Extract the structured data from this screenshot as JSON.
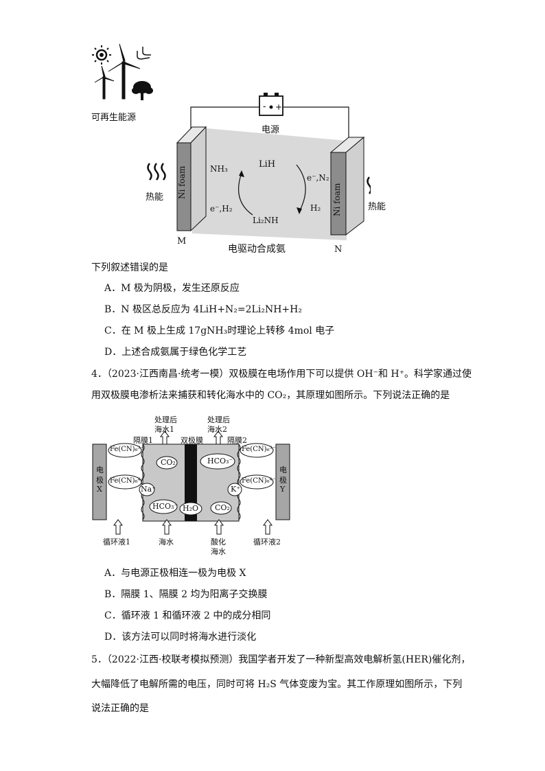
{
  "q3": {
    "fig": {
      "renewable_label": "可再生能源",
      "power_label": "电源",
      "heat_left": "热能",
      "heat_right": "热能",
      "electrode_left_text": "Ni foam",
      "electrode_right_text": "Ni foam",
      "electrode_m": "M",
      "electrode_n": "N",
      "caption": "电驱动合成氨",
      "lih": "LiH",
      "nh3": "NH₃",
      "li2nh": "Li₂NH",
      "h2": "H₂",
      "e_h2": "e⁻,H₂",
      "e_n2": "e⁻,N₂"
    },
    "stem": "下列叙述错误的是",
    "options": [
      "A．M 极为阴极，发生还原反应",
      "B．N 极区总反应为 4LiH+N₂=2Li₂NH+H₂",
      "C．在 M 极上生成 17gNH₃时理论上转移 4mol 电子",
      "D．上述合成氨属于绿色化学工艺"
    ]
  },
  "q4": {
    "stem_line1": "4．（2023·江西南昌·统考一模）双极膜在电场作用下可以提供 OH⁻和 H⁺。科学家通过使",
    "stem_line2": "用双极膜电渗析法来捕获和转化海水中的 CO₂，其原理如图所示。下列说法正确的是",
    "fig": {
      "out1": "处理后\n海水1",
      "out1_a": "处理后",
      "out1_b": "海水1",
      "out2_a": "处理后",
      "out2_b": "海水2",
      "membrane1": "隔膜1",
      "bipolar": "双极膜",
      "membrane2": "隔膜2",
      "electrode_x_a": "电",
      "electrode_x_b": "极",
      "electrode_x_c": "X",
      "electrode_y_a": "电",
      "electrode_y_b": "极",
      "electrode_y_c": "Y",
      "fecn6_3": "Fe(CN)₆³⁻",
      "fecn6_4": "Fe(CN)₆⁴⁻",
      "co2": "CO₂",
      "hco3": "HCO₃⁻",
      "na": "Na⁺",
      "k": "K⁺",
      "h2o": "H₂O",
      "in1": "循环液1",
      "in2": "海水",
      "in3_a": "酸化",
      "in3_b": "海水",
      "in4": "循环液2"
    },
    "options": [
      "A．与电源正极相连一极为电极 X",
      "B．隔膜 1、隔膜 2 均为阳离子交换膜",
      "C．循环液 1 和循环液 2 中的成分相同",
      "D．该方法可以同时将海水进行淡化"
    ]
  },
  "q5": {
    "line1": "5．（2022·江西·校联考模拟预测）我国学者开发了一种新型高效电解析氢(HER)催化剂，",
    "line2": "大幅降低了电解所需的电压，同时可将 H₂S 气体变废为宝。其工作原理如图所示，下列",
    "line3": "说法正确的是"
  }
}
